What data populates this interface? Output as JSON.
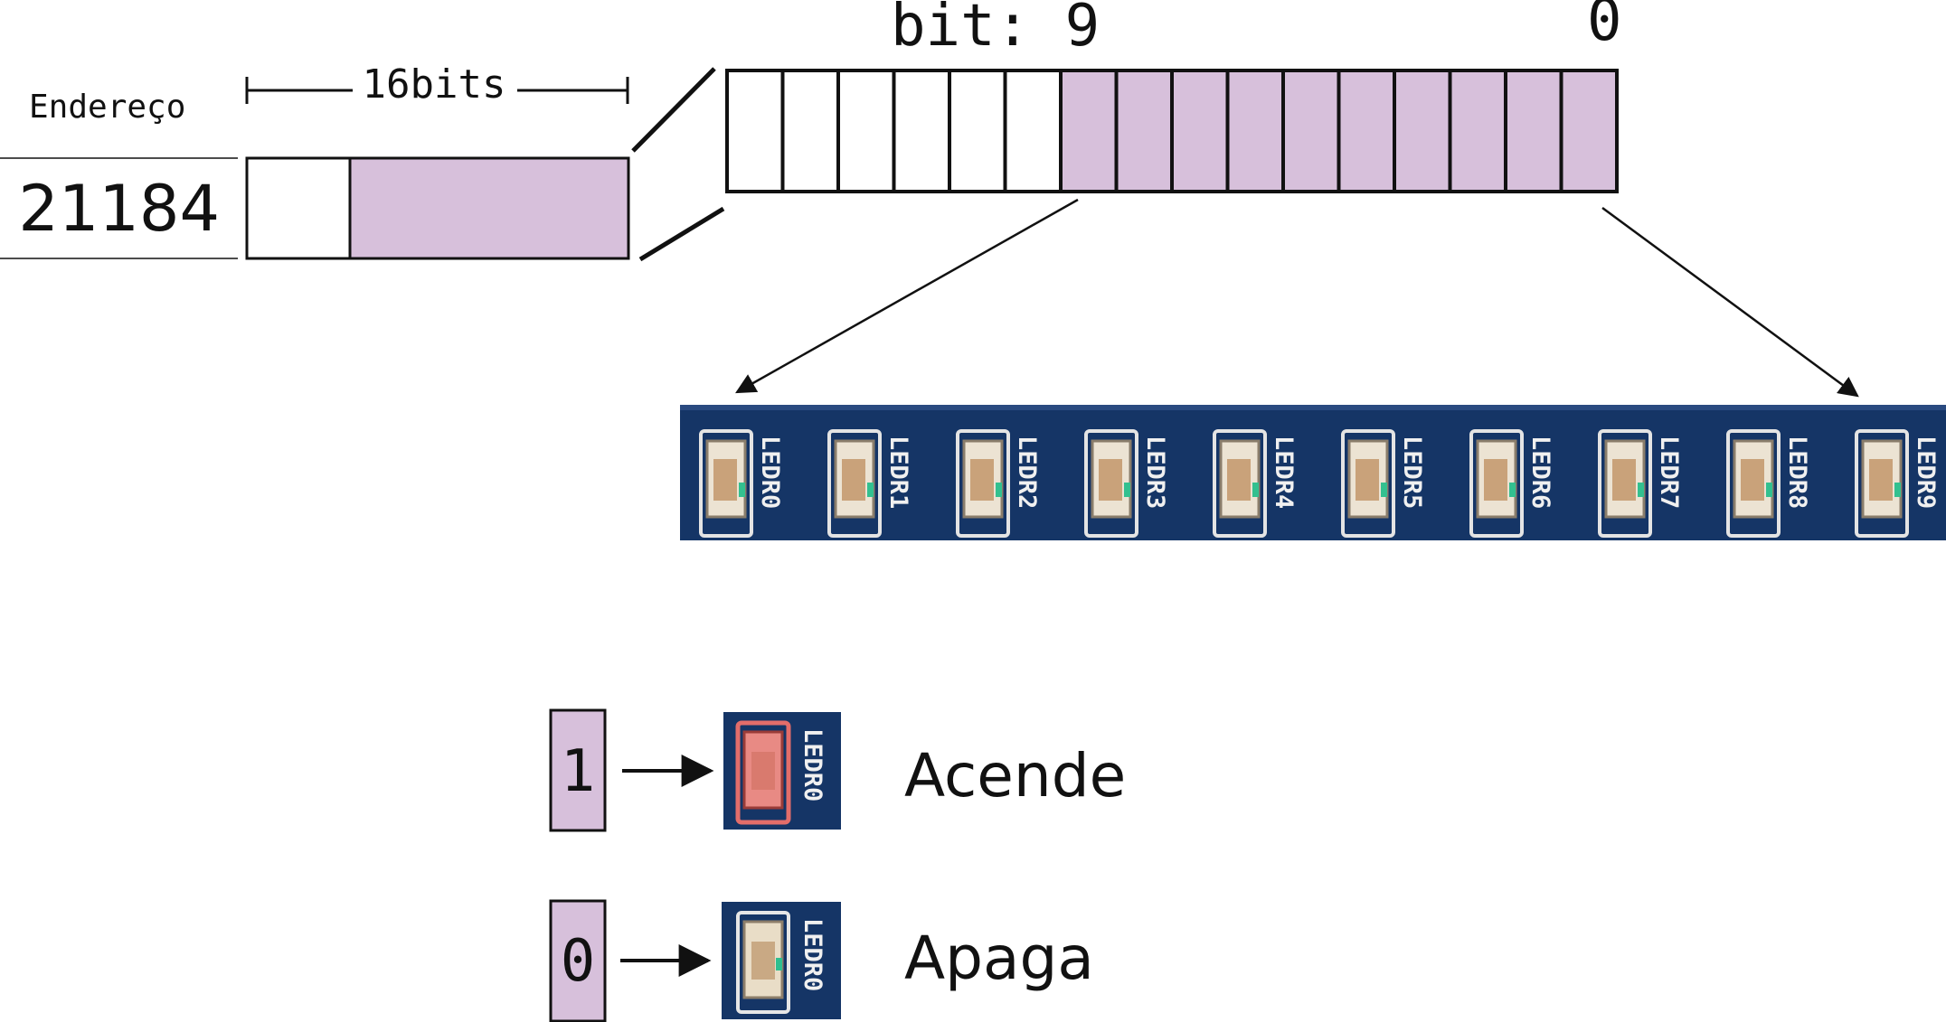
{
  "address": {
    "label": "Endereço",
    "value": "21184",
    "width_label": "16bits"
  },
  "register": {
    "bit_high_label": "bit: 9",
    "bit_low_label": "0",
    "total_bits": 16,
    "led_bits": 10
  },
  "led_strip": {
    "labels": [
      "LEDR0",
      "LEDR1",
      "LEDR2",
      "LEDR3",
      "LEDR4",
      "LEDR5",
      "LEDR6",
      "LEDR7",
      "LEDR8",
      "LEDR9"
    ]
  },
  "legend": [
    {
      "bit": "1",
      "led_label": "LEDR0",
      "state": "Acende"
    },
    {
      "bit": "0",
      "led_label": "LEDR0",
      "state": "Apaga"
    }
  ],
  "colors": {
    "highlight": "#d7c0db",
    "pcb": "#153566",
    "led_on": "#e88a84",
    "stroke": "#111111"
  }
}
